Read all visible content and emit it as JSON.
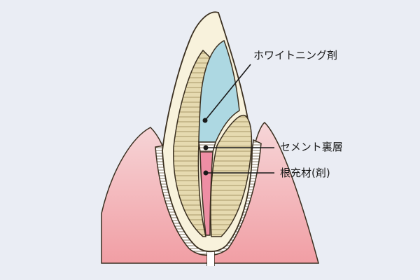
{
  "labels": {
    "whitening_agent": "ホワイトニング剤",
    "cement_base": "セメント裏層",
    "root_filling": "根充材(剤)"
  },
  "colors": {
    "background": "#eaedf4",
    "gum_top": "#f6d6d8",
    "gum_bottom": "#f19ea4",
    "enamel": "#f8f2dc",
    "dentin": "#e6dab0",
    "dentin_stripe": "#a89868",
    "whitening_agent": "#add8e2",
    "root_filling": "#ee8ea4",
    "outline": "#3a2f20"
  }
}
